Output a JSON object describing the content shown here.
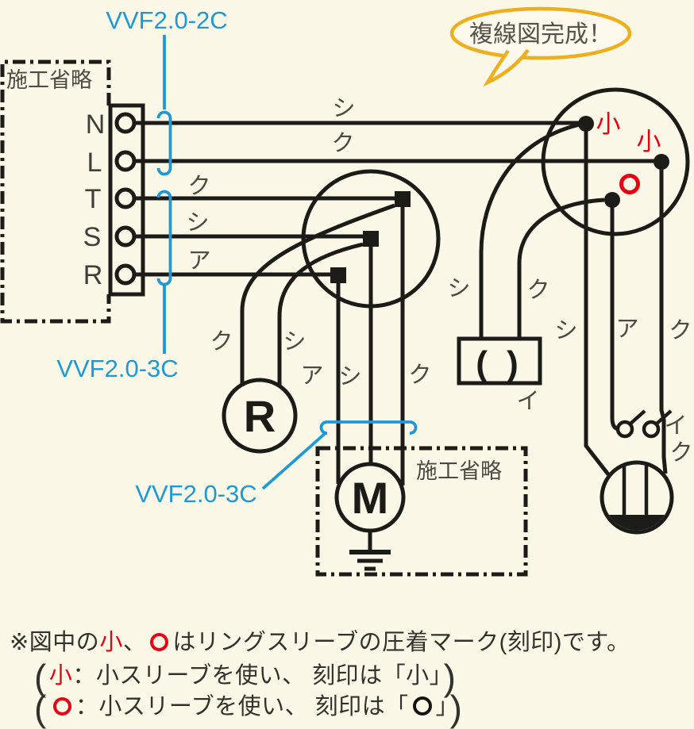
{
  "colors": {
    "background": "#fcf8e8",
    "wire": "#1b1b18",
    "blue": "#1e99d5",
    "red": "#e60012",
    "gold": "#efae1c",
    "gray_text": "#4b4b43"
  },
  "cable_labels": {
    "top": "VVF2.0-2C",
    "left": "VVF2.0-3C",
    "bottom": "VVF2.0-3C"
  },
  "speech_bubble": {
    "text": "複線図完成！"
  },
  "construction_omitted": {
    "left_box": "施工省略",
    "bottom_box": "施工省略"
  },
  "terminal_block": {
    "terminals": [
      {
        "label": "N"
      },
      {
        "label": "L"
      },
      {
        "label": "T"
      },
      {
        "label": "S"
      },
      {
        "label": "R"
      }
    ]
  },
  "devices": {
    "lamp_receptacle_label": "R",
    "motor_label": "M",
    "ceiling_fixture_label": "( )",
    "ceiling_fixture_circuit": "イ"
  },
  "switch": {
    "upper_label": "イ",
    "lower_label": "ク"
  },
  "wire_labels": {
    "n_wire": "シ",
    "l_wire": "ク",
    "t_wire": "ク",
    "s_wire": "シ",
    "r_wire": "ア",
    "lamp_left": "ク",
    "lamp_right": "シ",
    "motor_left": "ア",
    "motor_mid": "シ",
    "motor_right": "ク",
    "ceiling_left": "シ",
    "ceiling_right": "ク",
    "right_drop_left": "シ",
    "right_drop_mid": "ア",
    "right_drop_right": "ク"
  },
  "sleeve_marks": {
    "joint1": "小",
    "joint2": "小",
    "joint3": "○"
  },
  "legend": {
    "line1_prefix": "※図中の",
    "line1_small": "小",
    "line1_comma": "、",
    "line1_circle": "○",
    "line1_suffix": "はリングスリーブの圧着マーク(刻印)です。",
    "line2_open": "(",
    "line2_mark": "小",
    "line2_text": "：小スリーブを使い、 刻印は「小」",
    "line2_close": ")",
    "line3_open": "(",
    "line3_mark": "○",
    "line3_text": "：小スリーブを使い、 刻印は「",
    "line3_end": "」",
    "line3_close": ")"
  }
}
